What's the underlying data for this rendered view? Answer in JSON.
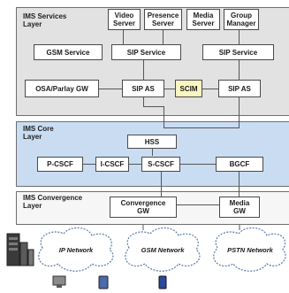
{
  "layers": {
    "services": "IMS Services\nLayer",
    "core": "IMS Core\nLayer",
    "convergence": "IMS Convergence\nLayer"
  },
  "servers": {
    "video": "Video\nServer",
    "presence": "Presence\nServer",
    "media": "Media\nServer",
    "group": "Group\nManager"
  },
  "services": {
    "gsm_service": "GSM Service",
    "sip_service_1": "SIP Service",
    "sip_service_2": "SIP Service",
    "osa_parlay": "OSA/Parlay GW",
    "sip_as_1": "SIP AS",
    "scim": "SCIM",
    "sip_as_2": "SIP AS"
  },
  "core": {
    "hss": "HSS",
    "pcscf": "P-CSCF",
    "icscf": "I-CSCF",
    "scscf": "S-CSCF",
    "bgcf": "BGCF"
  },
  "convergence": {
    "conv_gw": "Convergence\nGW",
    "media_gw": "Media\nGW"
  },
  "networks": {
    "ip": "IP Network",
    "gsm": "GSM Network",
    "pstn": "PSTN Network"
  }
}
